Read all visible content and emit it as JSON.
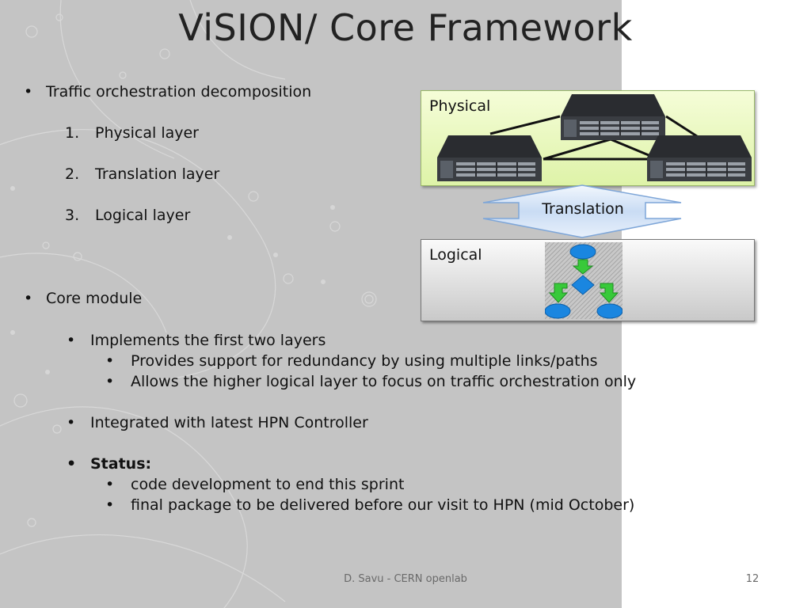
{
  "slide": {
    "title": "ViSION/ Core Framework",
    "footer_center": "D. Savu - CERN openlab",
    "page_number": "12"
  },
  "content": {
    "bullet1": {
      "marker": "•",
      "text": "Traffic orchestration decomposition"
    },
    "numbered": [
      {
        "marker": "1.",
        "text": "Physical layer"
      },
      {
        "marker": "2.",
        "text": "Translation layer"
      },
      {
        "marker": "3.",
        "text": "Logical layer"
      }
    ],
    "bullet2": {
      "marker": "•",
      "text": "Core module"
    },
    "sub1": {
      "marker": "•",
      "text": "Implements the first two layers"
    },
    "sub1_items": [
      {
        "marker": "•",
        "text": "Provides support for redundancy by using multiple links/paths"
      },
      {
        "marker": "•",
        "text": "Allows the higher logical layer to focus on traffic orchestration only"
      }
    ],
    "sub2": {
      "marker": "•",
      "text": "Integrated with latest HPN Controller"
    },
    "sub3": {
      "marker": "•",
      "text": "Status:"
    },
    "sub3_items": [
      {
        "marker": "•",
        "text": "code development to end this sprint"
      },
      {
        "marker": "•",
        "text": "final package to be delivered before our visit to HPN (mid October)"
      }
    ]
  },
  "diagram": {
    "physical_label": "Physical",
    "translation_label": "Translation",
    "logical_label": "Logical"
  }
}
